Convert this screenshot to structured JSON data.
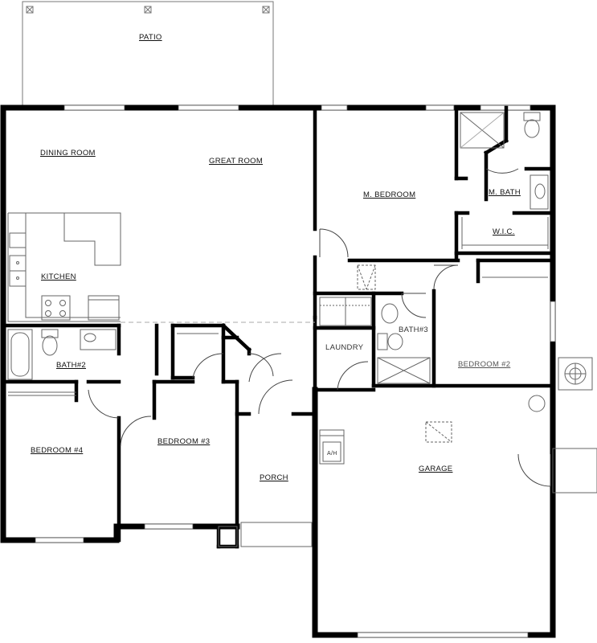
{
  "rooms": {
    "patio": "PATIO",
    "dining_room": "DINING ROOM",
    "great_room": "GREAT ROOM",
    "master_bedroom": "M. BEDROOM",
    "master_bath": "M. BATH",
    "wic": "W.I.C.",
    "kitchen": "KITCHEN",
    "bath2": "BATH#2",
    "bath3": "BATH#3",
    "laundry": "LAUNDRY",
    "bedroom2": "BEDROOM #2",
    "bedroom3": "BEDROOM #3",
    "bedroom4": "BEDROOM #4",
    "porch": "PORCH",
    "garage": "GARAGE"
  },
  "fixtures": {
    "air_handler": "A/H"
  },
  "colors": {
    "wall": "#000000",
    "line": "#444444",
    "light_line": "#888888",
    "background": "#ffffff"
  }
}
